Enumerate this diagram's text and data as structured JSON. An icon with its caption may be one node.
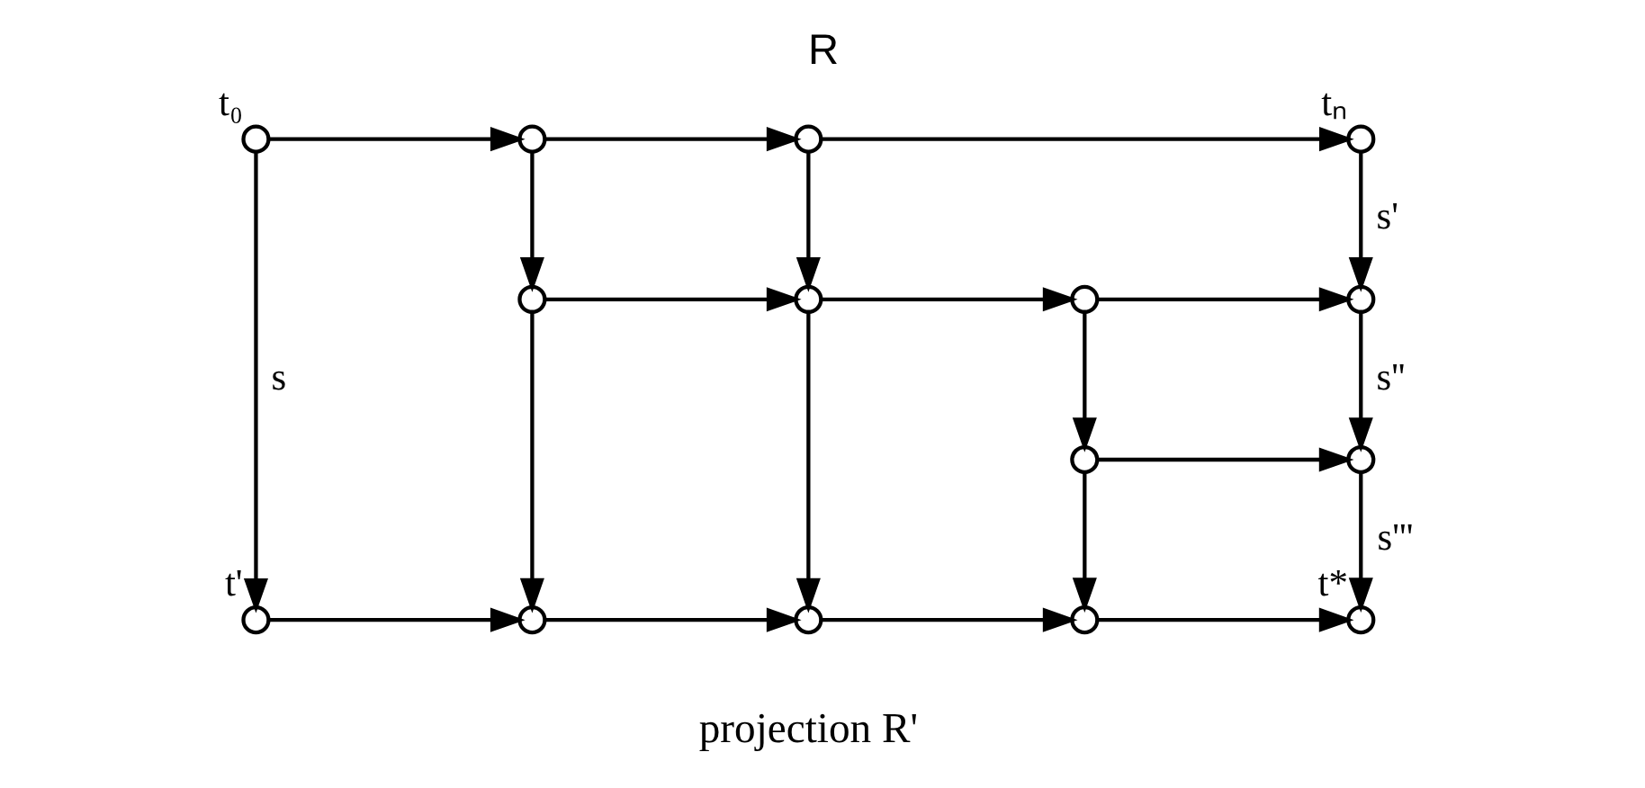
{
  "diagram": {
    "title": "R",
    "caption": "projection R'",
    "nodes": [
      {
        "text": [],
        "shape": "circle",
        "beside": [
          "t₀"
        ]
      },
      {
        "text": [],
        "shape": "circle"
      },
      {
        "text": [],
        "shape": "circle"
      },
      {
        "text": [],
        "shape": "circle",
        "beside": [
          "tₙ"
        ]
      },
      {
        "text": [],
        "shape": "circle"
      },
      {
        "text": [],
        "shape": "circle"
      },
      {
        "text": [],
        "shape": "circle"
      },
      {
        "text": [],
        "shape": "circle"
      },
      {
        "text": [],
        "shape": "circle"
      },
      {
        "text": [],
        "shape": "circle"
      },
      {
        "text": [],
        "shape": "circle",
        "beside": [
          "t'"
        ]
      },
      {
        "text": [],
        "shape": "circle"
      },
      {
        "text": [],
        "shape": "circle"
      },
      {
        "text": [],
        "shape": "circle"
      },
      {
        "text": [],
        "shape": "circle",
        "beside": [
          "t*"
        ]
      }
    ],
    "edges": [
      {
        "from": 0,
        "to": 1,
        "arrow": "to"
      },
      {
        "from": 1,
        "to": 2,
        "arrow": "to"
      },
      {
        "from": 2,
        "to": 3,
        "arrow": "to"
      },
      {
        "from": 0,
        "to": 10,
        "arrow": "to",
        "label": "s"
      },
      {
        "from": 1,
        "to": 4,
        "arrow": "to"
      },
      {
        "from": 2,
        "to": 5,
        "arrow": "to"
      },
      {
        "from": 3,
        "to": 7,
        "arrow": "to",
        "label": "s'"
      },
      {
        "from": 4,
        "to": 5,
        "arrow": "to"
      },
      {
        "from": 5,
        "to": 6,
        "arrow": "to"
      },
      {
        "from": 6,
        "to": 7,
        "arrow": "to"
      },
      {
        "from": 4,
        "to": 11,
        "arrow": "to"
      },
      {
        "from": 5,
        "to": 12,
        "arrow": "to"
      },
      {
        "from": 6,
        "to": 8,
        "arrow": "to"
      },
      {
        "from": 7,
        "to": 9,
        "arrow": "to",
        "label": "s''"
      },
      {
        "from": 8,
        "to": 9,
        "arrow": "to"
      },
      {
        "from": 8,
        "to": 13,
        "arrow": "to"
      },
      {
        "from": 9,
        "to": 14,
        "arrow": "to",
        "label": "s'''"
      },
      {
        "from": 10,
        "to": 11,
        "arrow": "to"
      },
      {
        "from": 11,
        "to": 12,
        "arrow": "to"
      },
      {
        "from": 12,
        "to": 13,
        "arrow": "to"
      },
      {
        "from": 13,
        "to": 14,
        "arrow": "to"
      }
    ]
  }
}
